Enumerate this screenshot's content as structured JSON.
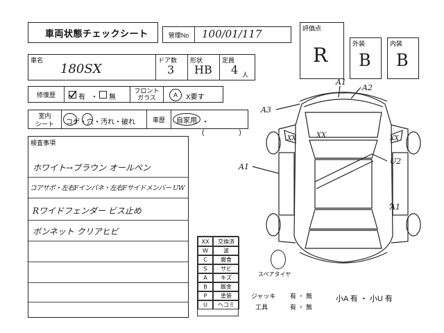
{
  "sheet": {
    "title": "車両状態チェックシート",
    "mgmt_label": "管理No",
    "mgmt_value": "100/01/117"
  },
  "score": {
    "label": "評価点",
    "value": "R",
    "exterior_label": "外装",
    "exterior_value": "B",
    "interior_label": "内装",
    "interior_value": "B"
  },
  "vehicle": {
    "name_label": "車名",
    "name_value": "180SX",
    "doors_label": "ドア数",
    "doors_value": "3",
    "shape_label": "形状",
    "shape_value": "HB",
    "capacity_label": "定員",
    "capacity_value": "4",
    "capacity_unit": "人"
  },
  "repair": {
    "label": "修復歴",
    "yes": "有",
    "sep": "・",
    "no": "無",
    "yes_checked": true
  },
  "glass": {
    "label_line1": "フロント",
    "label_line2": "ガラス",
    "option_a": "A",
    "option_x": "X要す"
  },
  "interior": {
    "label_line1": "室内",
    "label_line2": "シート",
    "options": "コゲ・穴・汚れ・破れ",
    "history_label": "車歴",
    "history_value": "自家用",
    "history_rest": "・(　　　　　)"
  },
  "inspection": {
    "label": "検査事項",
    "lines": [
      "ホワイト→ブラウン オールペン",
      "コアサポ・左右Fインパネ・左右Fサイドメンバー UW",
      "Rワイドフェンダー ビス止め",
      "ボンネット クリアヒビ"
    ]
  },
  "legend": {
    "header_code": "XX",
    "header_text": "交換済",
    "rows": [
      {
        "code": "W",
        "text": "波"
      },
      {
        "code": "C",
        "text": "腐食"
      },
      {
        "code": "S",
        "text": "サビ"
      },
      {
        "code": "A",
        "text": "キズ"
      },
      {
        "code": "B",
        "text": "飯金"
      },
      {
        "code": "P",
        "text": "塗装"
      },
      {
        "code": "U",
        "text": "ヘコミ"
      }
    ]
  },
  "equipment": {
    "spare_tire": "スペアタイヤ",
    "jack_label": "ジャッキ",
    "jack_options": "有 ・ 無",
    "tools_label": "工具",
    "tools_options": "有 ・ 無",
    "small_marks": "小A 有 ・ 小U 有"
  },
  "diagram": {
    "mark_a1_top": "A1",
    "mark_a2": "A2",
    "mark_a3": "A3",
    "mark_xx_left": "XX",
    "mark_xx_center": "XX",
    "mark_xx_right": "XX",
    "mark_a1_left": "A1",
    "mark_u2": "U2",
    "mark_a1_right": "A1"
  }
}
